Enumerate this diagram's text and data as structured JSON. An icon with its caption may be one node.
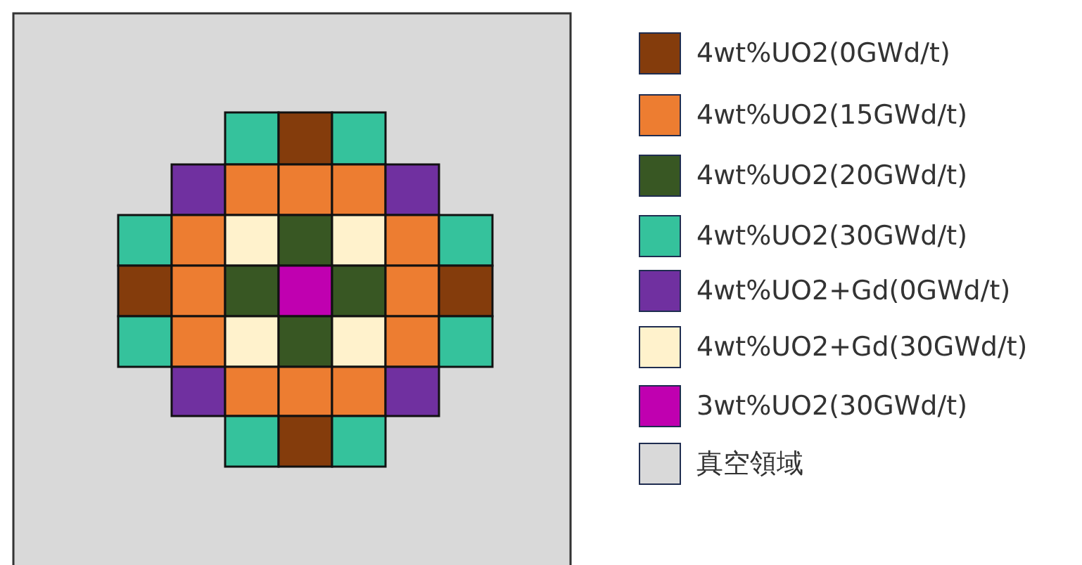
{
  "diagram": {
    "legend": [
      {
        "text": "4wt%UO2(0GWd/t)",
        "color": "#843c0c"
      },
      {
        "text": "4wt%UO2(15GWd/t)",
        "color": "#ed7d31"
      },
      {
        "text": "4wt%UO2(20GWd/t)",
        "color": "#385723"
      },
      {
        "text": "4wt%UO2(30GWd/t)",
        "color": "#35c29c"
      },
      {
        "text": "4wt%UO2+Gd(0GWd/t)",
        "color": "#7030a0"
      },
      {
        "text": "4wt%UO2+Gd(30GWd/t)",
        "color": "#fff2cc"
      },
      {
        "text": "3wt%UO2(30GWd/t)",
        "color": "#c000b0"
      },
      {
        "text": "真空領域",
        "color": "#d9d9d9"
      }
    ]
  }
}
